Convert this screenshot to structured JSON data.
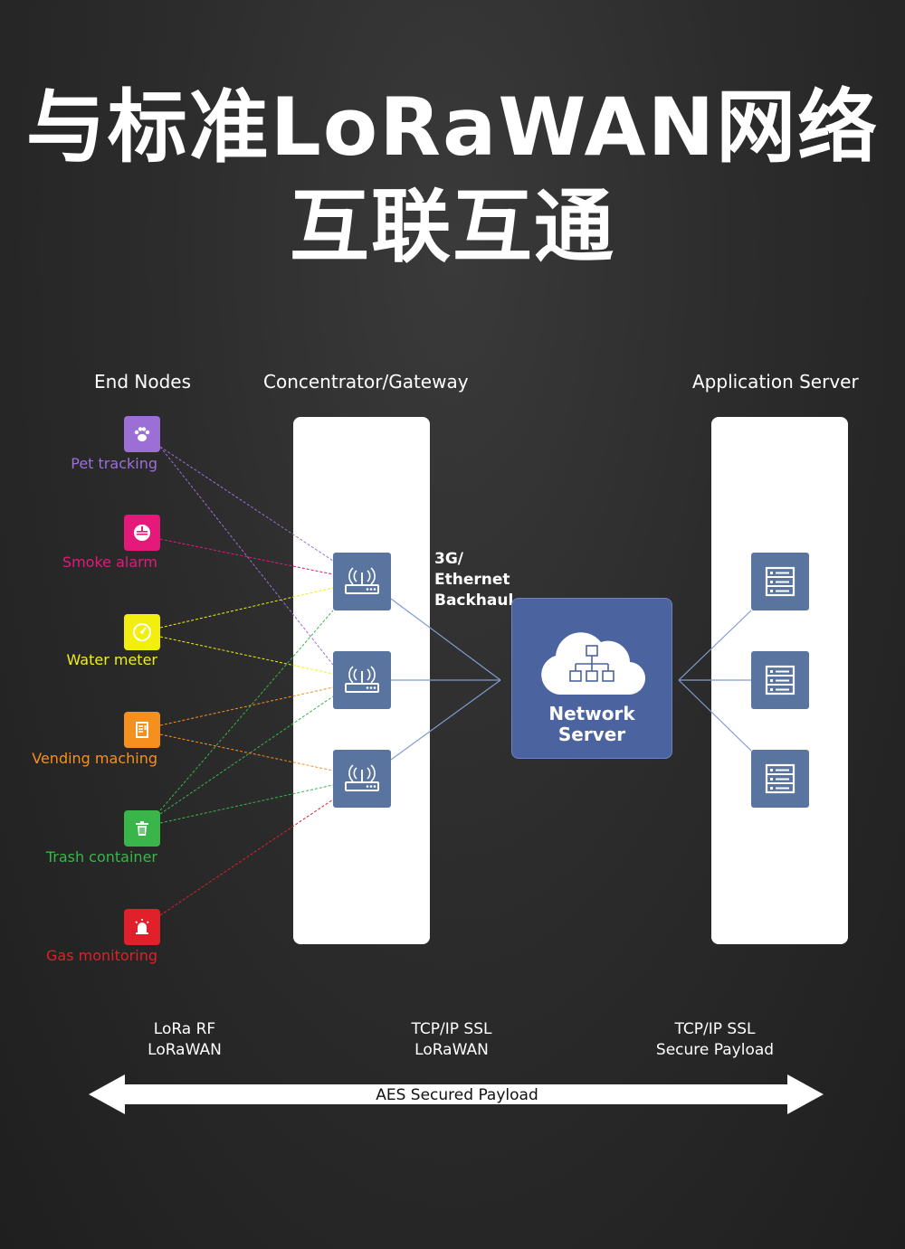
{
  "title": {
    "line1": "与标准LoRaWAN网络",
    "line2": "互联互通"
  },
  "columns": {
    "end_nodes": "End Nodes",
    "gateway": "Concentrator/Gateway",
    "app_server": "Application Server"
  },
  "nodes": [
    {
      "label": "Pet tracking",
      "color": "#9b6fd6",
      "icon": "paw-icon"
    },
    {
      "label": "Smoke alarm",
      "color": "#e5197a",
      "icon": "smoke-detector-icon"
    },
    {
      "label": "Water meter",
      "color": "#f2ee10",
      "icon": "gauge-icon"
    },
    {
      "label": "Vending maching",
      "color": "#f5901e",
      "icon": "vending-machine-icon"
    },
    {
      "label": "Trash container",
      "color": "#39b54a",
      "icon": "trash-icon"
    },
    {
      "label": "Gas monitoring",
      "color": "#e0202a",
      "icon": "alarm-icon"
    }
  ],
  "backhaul": {
    "line1": "3G/",
    "line2": "Ethernet",
    "line3": "Backhaul"
  },
  "network_server": {
    "line1": "Network",
    "line2": "Server"
  },
  "protocols": [
    {
      "line1": "LoRa RF",
      "line2": "LoRaWAN"
    },
    {
      "line1": "TCP/IP SSL",
      "line2": "LoRaWAN"
    },
    {
      "line1": "TCP/IP SSL",
      "line2": "Secure Payload"
    }
  ],
  "arrow_label": "AES Secured Payload",
  "colors": {
    "device_bg": "#5a74a0",
    "network_server_bg": "#4b64a0",
    "link_blue": "#7f9bd0"
  }
}
